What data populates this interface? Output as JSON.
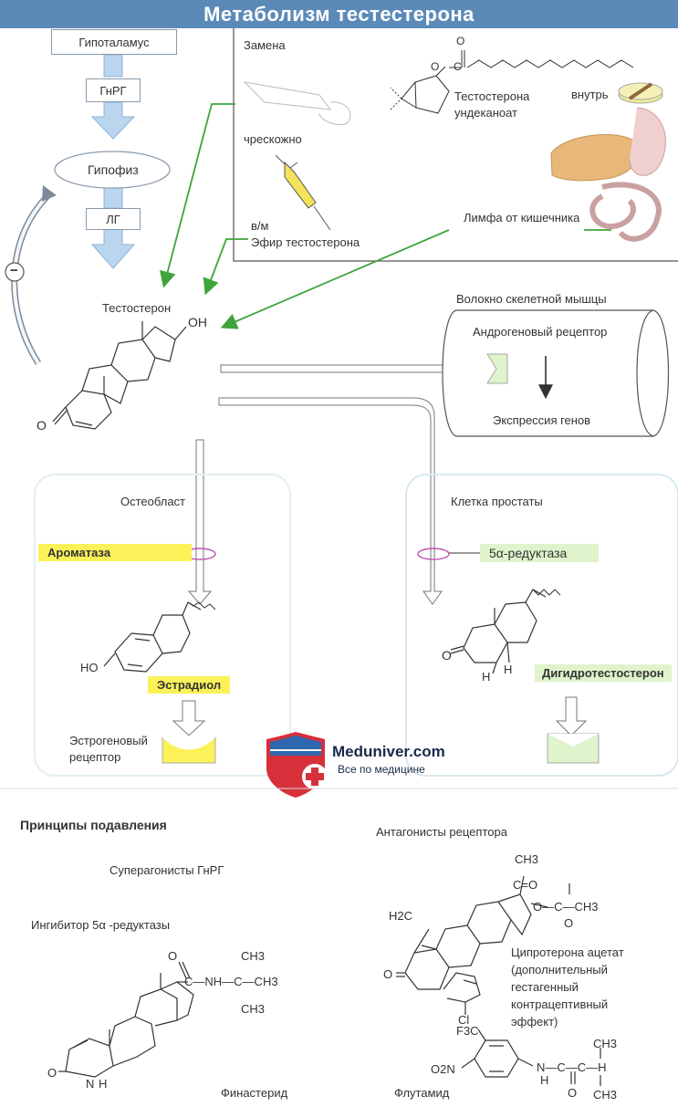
{
  "title": "Метаболизм тестестерона",
  "hpg_axis": {
    "hypothalamus": "Гипоталамус",
    "gnrh": "ГнРГ",
    "pituitary": "Гипофиз",
    "lh": "ЛГ",
    "feedback_sign": "−"
  },
  "replacement": {
    "heading": "Замена",
    "transdermal": "чрескожно",
    "im_line1": "в/м",
    "im_line2": "Эфир тестостерона",
    "undecanoate_line1": "Тестостерона",
    "undecanoate_line2": "ундеканоат",
    "oral": "внутрь",
    "lymph": "Лимфа от кишечника"
  },
  "testosterone": {
    "label": "Тестостерон",
    "oh": "OH",
    "o": "O"
  },
  "muscle": {
    "fiber": "Волокно скелетной мышцы",
    "receptor": "Андрогеновый рецептор",
    "gene_expression": "Экспрессия генов"
  },
  "osteoblast": {
    "label": "Остеобласт",
    "aromatase": "Ароматаза",
    "ho": "HO",
    "estradiol": "Эстрадиол",
    "receptor_line1": "Эстрогеновый",
    "receptor_line2": "рецептор"
  },
  "prostate": {
    "label": "Клетка простаты",
    "reductase": "5α-редуктаза",
    "o": "O",
    "h1": "H",
    "h2": "H",
    "dht": "Дигидротестостерон"
  },
  "watermark": {
    "name": "Meduniver.com",
    "tagline": "Все по медицине"
  },
  "suppression": {
    "heading": "Принципы подавления",
    "superagonists": "Суперагонисты ГнРГ",
    "inhibitor": "Ингибитор 5α -редуктазы",
    "finasteride": "Финастерид",
    "antagonists": "Антагонисты рецептора",
    "cyproterone_line1": "Ципротерона ацетат",
    "cyproterone_line2": "(дополнительный",
    "cyproterone_line3": "гестагенный",
    "cyproterone_line4": "контрацептивный",
    "cyproterone_line5": "эффект)",
    "flutamide": "Флутамид",
    "fin_ch3_a": "CH3",
    "fin_ch3_b": "CH3",
    "fin_ch3_c": "CH3",
    "fin_c_nh_c": "C—NH—C—CH3",
    "fin_o": "O",
    "fin_nh": "N",
    "fin_h": "H",
    "fin_o2": "O",
    "cyp_ch3": "CH3",
    "cyp_co": "C=O",
    "cyp_ester": "O—C—CH3",
    "cyp_o": "O",
    "cyp_h2c": "H2C",
    "cyp_o2": "O",
    "cyp_cl": "Cl",
    "flu_f3c": "F3C",
    "flu_o2n": "O2N",
    "flu_nh": "N—C—C—H",
    "flu_h": "H",
    "flu_o": "O",
    "flu_ch3_a": "CH3",
    "flu_ch3_b": "CH3"
  },
  "colors": {
    "title_bg": "#5b8ab9",
    "arrow_blue": "#b9d6ee",
    "green_line": "#3fa43a",
    "yellow": "#fbf25a",
    "light_green": "#dff3cc",
    "magenta": "#c050b0"
  }
}
